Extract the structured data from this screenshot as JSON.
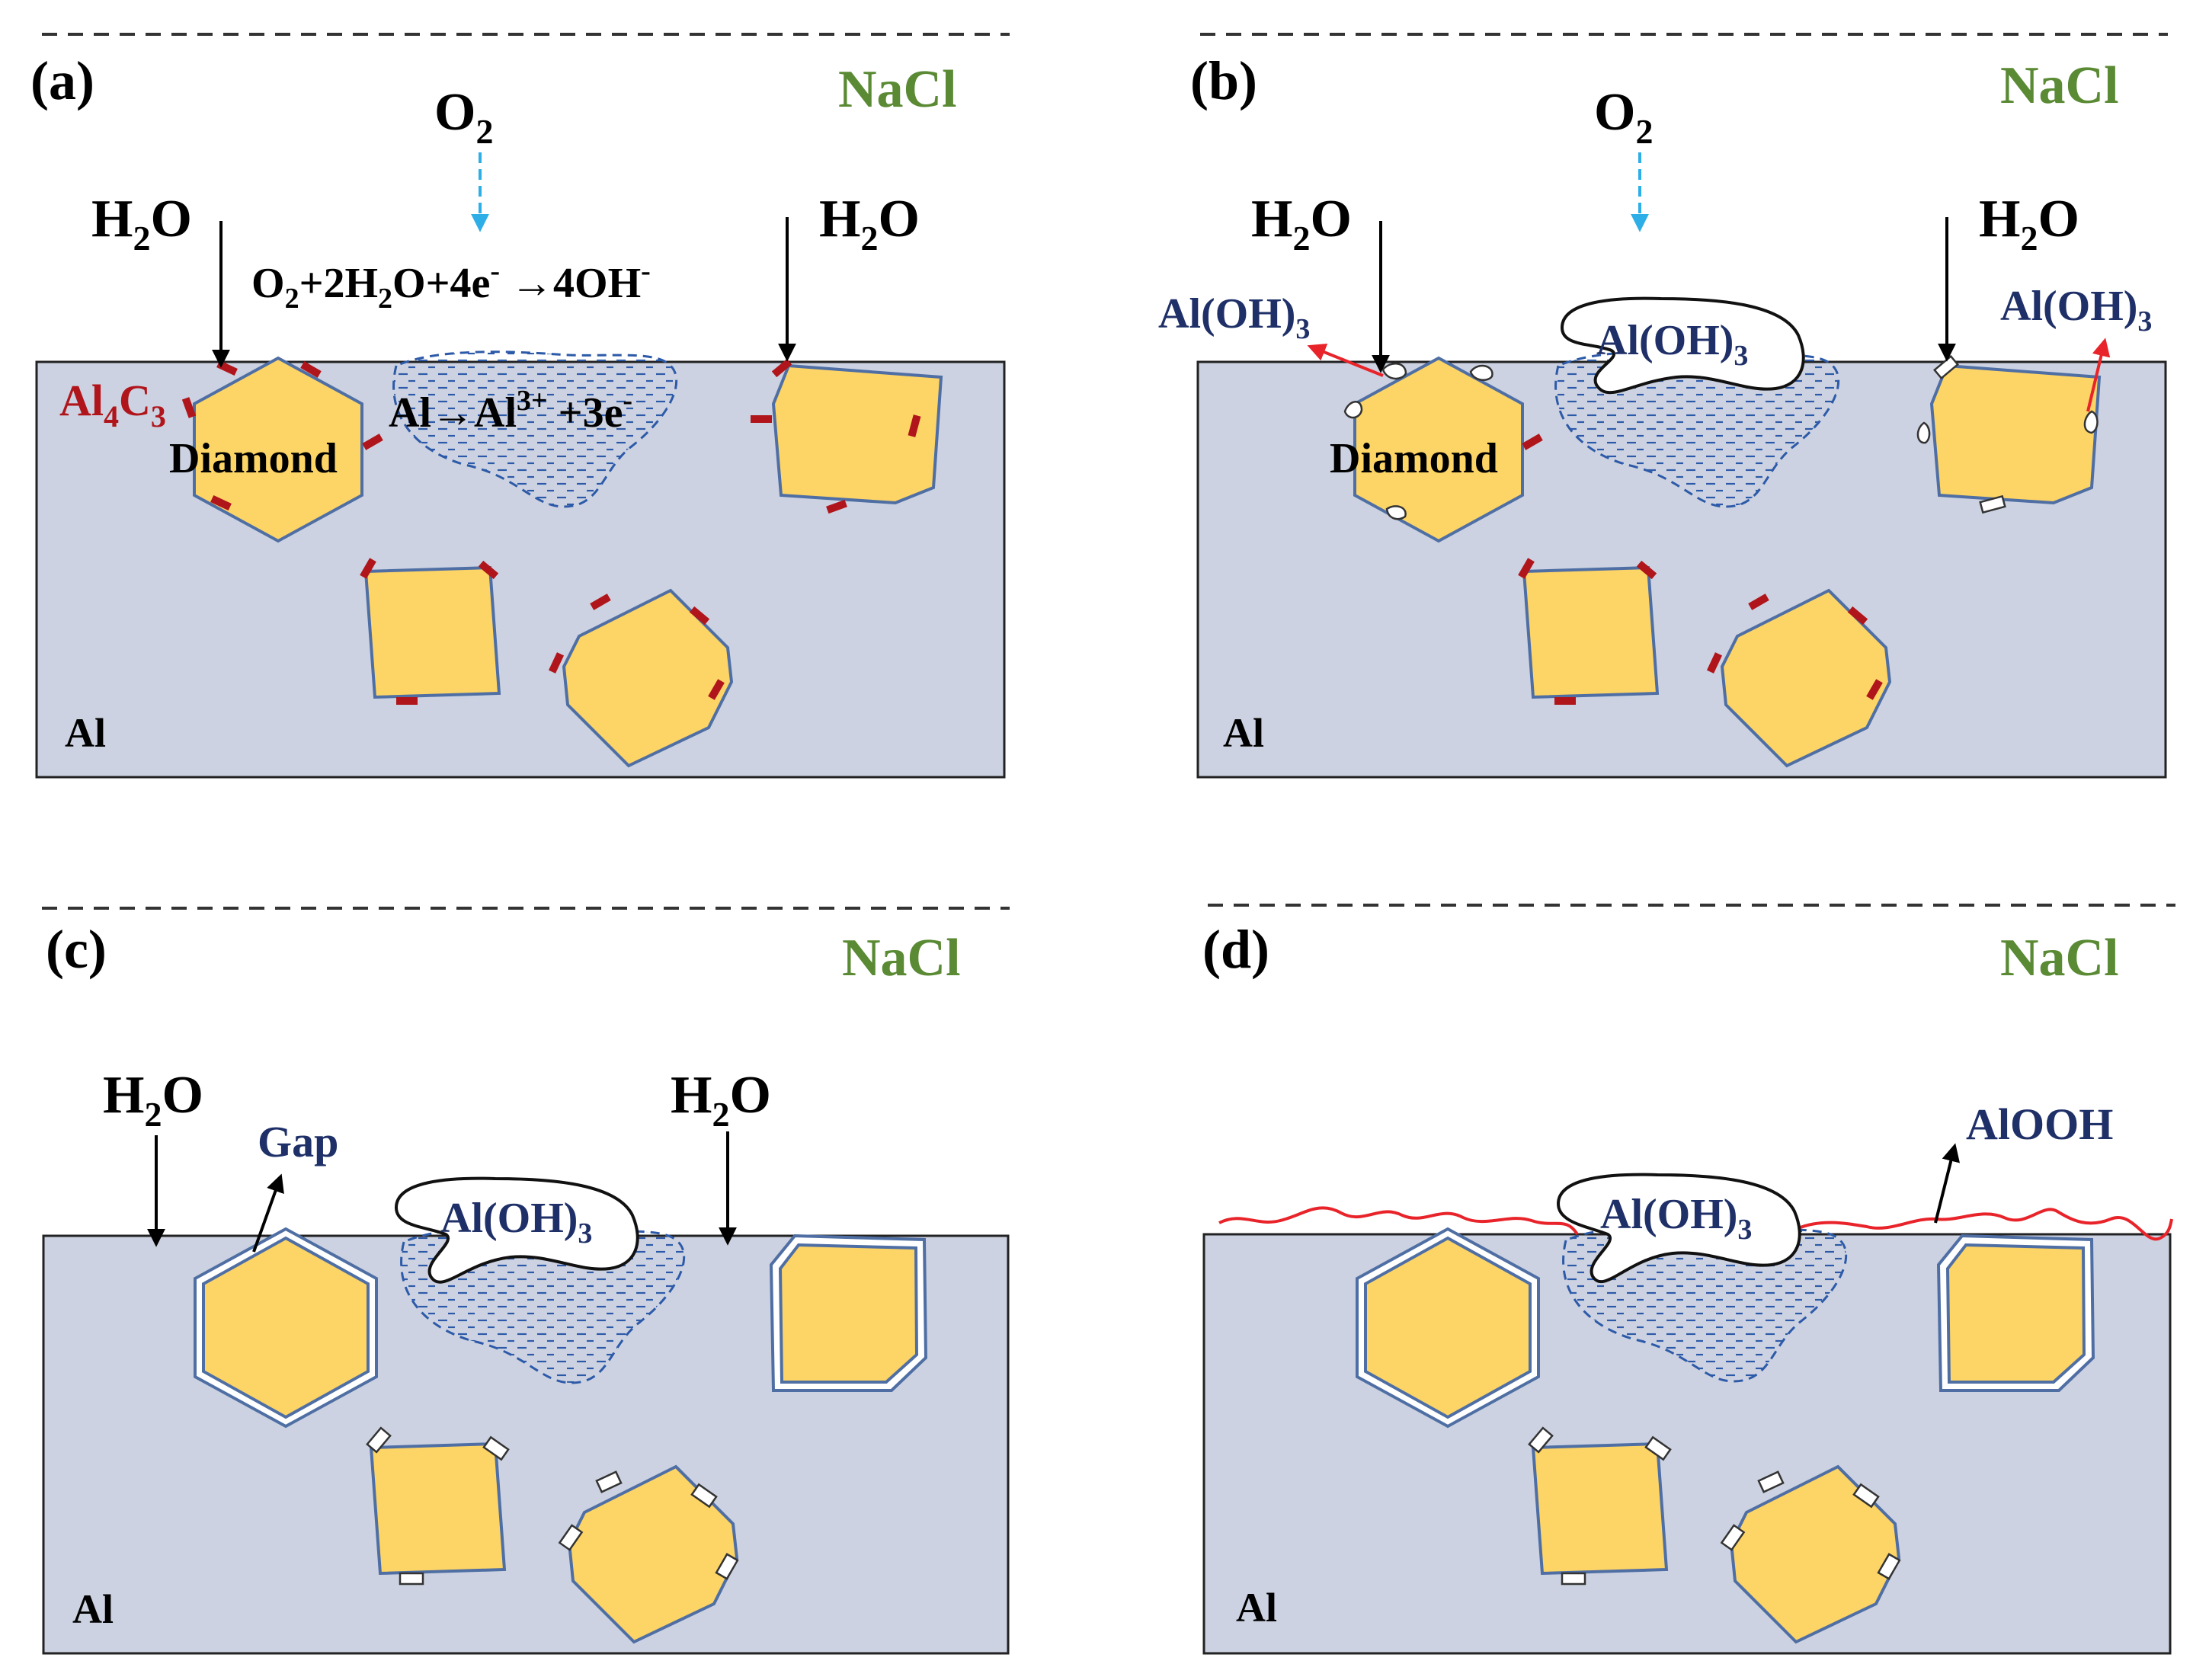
{
  "colors": {
    "substrate": "#ccd2e1",
    "diamond": "#fdd466",
    "outline": "#4f6fa4",
    "carbide": "#b0151b",
    "nacl": "#5a8a34",
    "blue_label": "#1f3068",
    "o2_arrow": "#2eaee6",
    "red_arrow": "#e8242a"
  },
  "panels": [
    {
      "id": "a",
      "label": "(a)",
      "electrolyte": "NaCl",
      "substrate": "Al",
      "o2": "O",
      "o2_sub": "2",
      "h2o_left": {
        "a": "H",
        "sub": "2",
        "b": "O"
      },
      "h2o_right": {
        "a": "H",
        "sub": "2",
        "b": "O"
      },
      "cathodic": {
        "p1": "O",
        "s1": "2",
        "p2": "+2H",
        "s2": "2",
        "p3": "O+4e",
        "sup1": "-",
        "p4": " →4OH",
        "sup2": "-"
      },
      "anodic": {
        "p1": "Al→Al",
        "sup": "3+",
        "p2": " +3e",
        "sup2": "-"
      },
      "carbide": {
        "a": "Al",
        "sub1": "4",
        "b": "C",
        "sub2": "3"
      },
      "particle_label": "Diamond"
    },
    {
      "id": "b",
      "label": "(b)",
      "electrolyte": "NaCl",
      "substrate": "Al",
      "o2": "O",
      "o2_sub": "2",
      "h2o_left": {
        "a": "H",
        "sub": "2",
        "b": "O"
      },
      "h2o_right": {
        "a": "H",
        "sub": "2",
        "b": "O"
      },
      "product": {
        "a": "Al(OH)",
        "sub": "3"
      },
      "particle_label": "Diamond"
    },
    {
      "id": "c",
      "label": "(c)",
      "electrolyte": "NaCl",
      "substrate": "Al",
      "h2o_left": {
        "a": "H",
        "sub": "2",
        "b": "O"
      },
      "h2o_right": {
        "a": "H",
        "sub": "2",
        "b": "O"
      },
      "gap": "Gap",
      "product": {
        "a": "Al(OH)",
        "sub": "3"
      }
    },
    {
      "id": "d",
      "label": "(d)",
      "electrolyte": "NaCl",
      "substrate": "Al",
      "product": {
        "a": "Al(OH)",
        "sub": "3"
      },
      "film": "AlOOH"
    }
  ]
}
